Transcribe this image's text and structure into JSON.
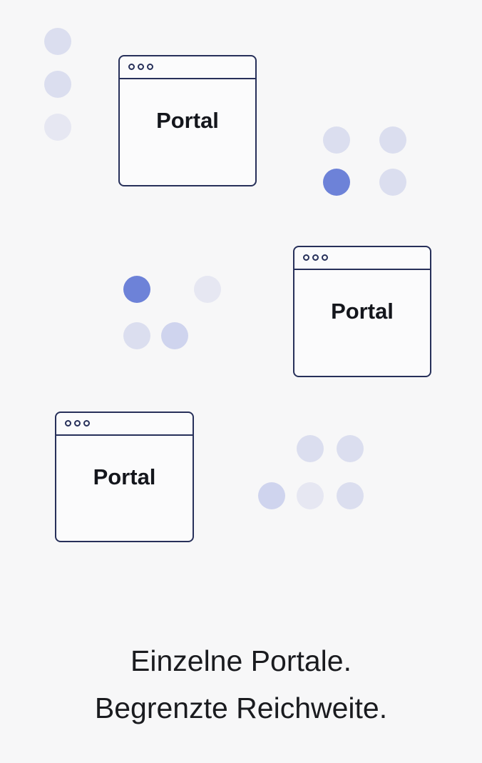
{
  "portals": [
    {
      "label": "Portal"
    },
    {
      "label": "Portal"
    },
    {
      "label": "Portal"
    }
  ],
  "caption": {
    "line1": "Einzelne Portale.",
    "line2": "Begrenzte Reichweite."
  },
  "colors": {
    "window_stroke": "#27305a",
    "accent_dot": "#6d82d8",
    "light_dot": "#dbdeef",
    "background": "#f7f7f8"
  }
}
